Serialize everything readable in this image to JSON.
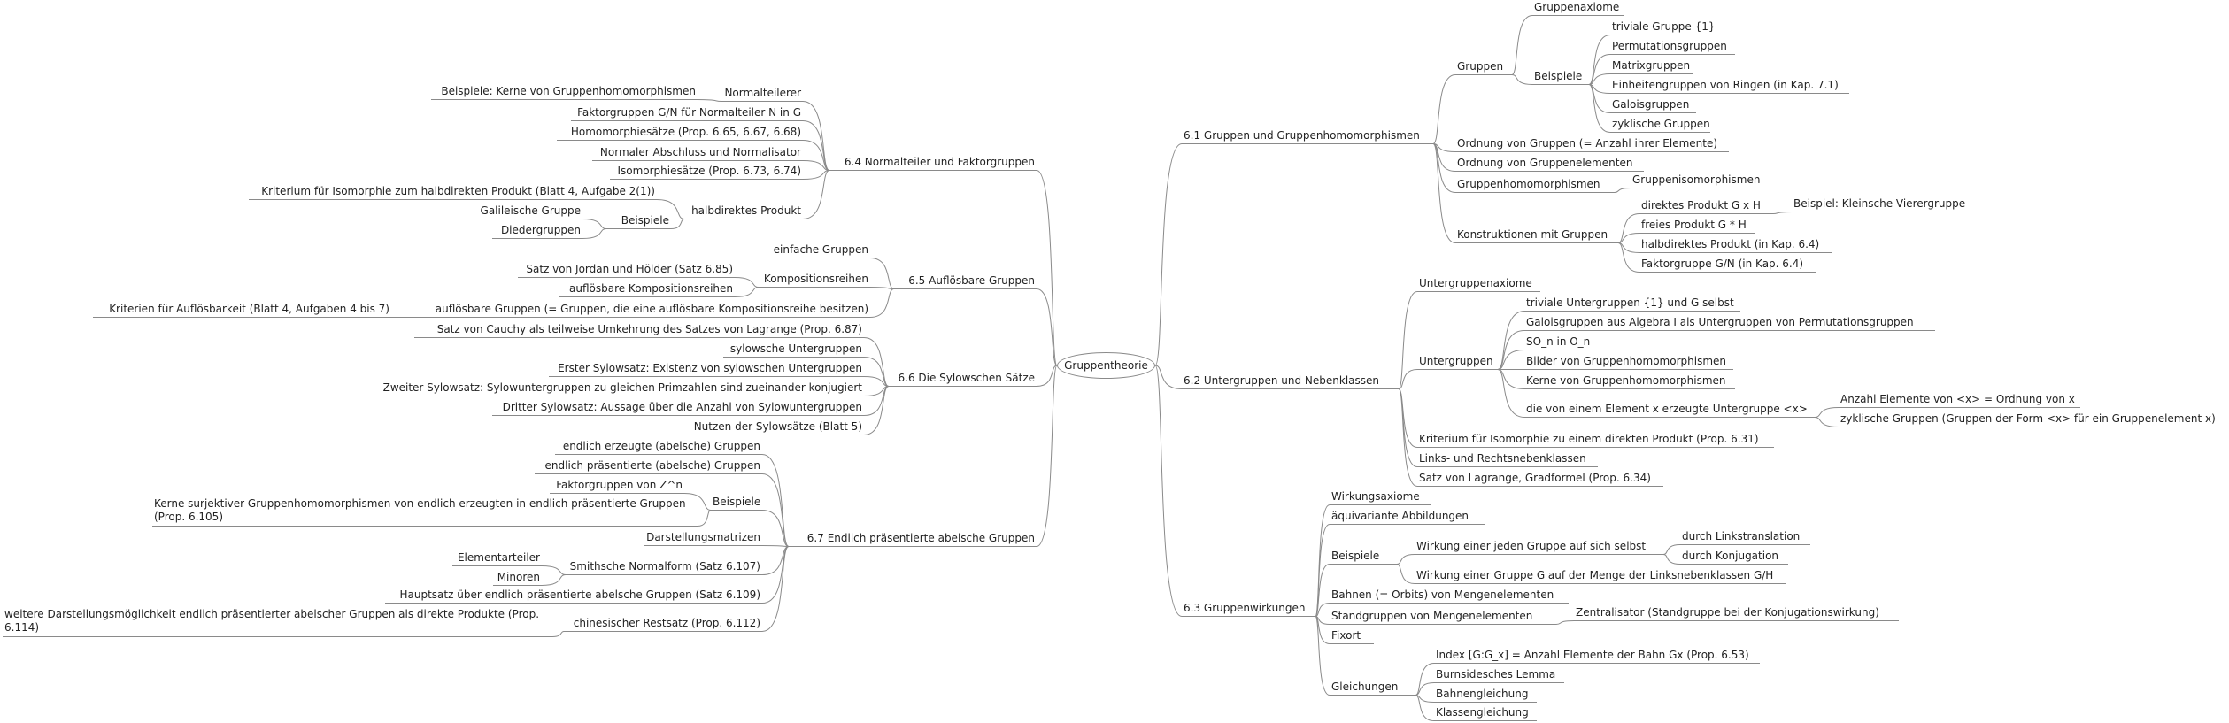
{
  "root": "Gruppentheorie",
  "branches": {
    "s61": {
      "title": "6.1 Gruppen und Gruppenhomomorphismen",
      "nodes": {
        "a1": "Gruppen",
        "a2": "Gruppenaxiome",
        "a3": "Beispiele",
        "a4": "triviale Gruppe {1}",
        "a5": "Permutationsgruppen",
        "a6": "Matrixgruppen",
        "a7": "Einheitengruppen von Ringen (in Kap. 7.1)",
        "a8": "Galoisgruppen",
        "a9": "zyklische Gruppen",
        "a10": "Ordnung von Gruppen (= Anzahl ihrer Elemente)",
        "a11": "Ordnung von Gruppenelementen",
        "a12": "Gruppenhomomorphismen",
        "a13": "Gruppenisomorphismen",
        "a14": "Konstruktionen mit Gruppen",
        "a15": "direktes Produkt G x H",
        "a16": "Beispiel: Kleinsche Vierergruppe",
        "a17": "freies Produkt G * H",
        "a18": "halbdirektes Produkt (in Kap. 6.4)",
        "a19": "Faktorgruppe G/N (in Kap. 6.4)"
      }
    },
    "s62": {
      "title": "6.2 Untergruppen und Nebenklassen",
      "nodes": {
        "b1": "Untergruppenaxiome",
        "b2": "Untergruppen",
        "b3": "triviale Untergruppen {1} und G selbst",
        "b4": "Galoisgruppen aus Algebra I als Untergruppen von Permutationsgruppen",
        "b5": "SO_n in O_n",
        "b6": "Bilder von Gruppenhomomorphismen",
        "b7": "Kerne von Gruppenhomomorphismen",
        "b8": "die von einem Element x erzeugte Untergruppe <x>",
        "b9": "Anzahl Elemente von <x> = Ordnung von x",
        "b10": "zyklische Gruppen (Gruppen der Form <x> für ein Gruppenelement x)",
        "b11": "Kriterium für Isomorphie zu einem direkten Produkt (Prop. 6.31)",
        "b12": "Links- und Rechtsnebenklassen",
        "b13": "Satz von Lagrange, Gradformel (Prop. 6.34)"
      }
    },
    "s63": {
      "title": "6.3 Gruppenwirkungen",
      "nodes": {
        "c1": "Wirkungsaxiome",
        "c2": "äquivariante Abbildungen",
        "c3": "Beispiele",
        "c4": "Wirkung einer jeden Gruppe auf sich selbst",
        "c5": "durch Linkstranslation",
        "c6": "durch Konjugation",
        "c7": "Wirkung einer Gruppe G auf der Menge der Linksnebenklassen G/H",
        "c8": "Bahnen (= Orbits) von Mengenelementen",
        "c9": "Standgruppen von Mengenelementen",
        "c10": "Zentralisator (Standgruppe bei der Konjugationswirkung)",
        "c11": "Fixort",
        "c12": "Gleichungen",
        "c13": "Index [G:G_x] = Anzahl Elemente der Bahn Gx (Prop. 6.53)",
        "c14": "Burnsidesches Lemma",
        "c15": "Bahnengleichung",
        "c16": "Klassengleichung"
      }
    },
    "s64": {
      "title": "6.4 Normalteiler und Faktorgruppen",
      "nodes": {
        "d1": "Normalteilerer",
        "d2": "Beispiele: Kerne von Gruppenhomomorphismen",
        "d3": "Faktorgruppen G/N für Normalteiler N in G",
        "d4": "Homomorphiesätze (Prop. 6.65, 6.67, 6.68)",
        "d5": "Normaler Abschluss und Normalisator",
        "d6": "Isomorphiesätze (Prop. 6.73, 6.74)",
        "d7": "halbdirektes Produkt",
        "d8": "Kriterium für Isomorphie zum halbdirekten Produkt (Blatt 4, Aufgabe 2(1))",
        "d9": "Beispiele",
        "d10": "Galileische Gruppe",
        "d11": "Diedergruppen"
      }
    },
    "s65": {
      "title": "6.5 Auflösbare Gruppen",
      "nodes": {
        "e1": "einfache Gruppen",
        "e2": "Kompositionsreihen",
        "e3": "Satz von Jordan und Hölder (Satz 6.85)",
        "e4": "auflösbare Kompositionsreihen",
        "e5": "auflösbare Gruppen (= Gruppen, die eine auflösbare Kompositionsreihe besitzen)",
        "e6": "Kriterien für Auflösbarkeit (Blatt 4, Aufgaben 4 bis 7)"
      }
    },
    "s66": {
      "title": "6.6 Die Sylowschen Sätze",
      "nodes": {
        "f1": "Satz von Cauchy als teilweise Umkehrung des Satzes von Lagrange (Prop. 6.87)",
        "f2": "sylowsche Untergruppen",
        "f3": "Erster Sylowsatz: Existenz von sylowschen Untergruppen",
        "f4": "Zweiter Sylowsatz: Sylowuntergruppen zu gleichen Primzahlen sind zueinander konjugiert",
        "f5": "Dritter Sylowsatz: Aussage über die Anzahl von Sylowuntergruppen",
        "f6": "Nutzen der Sylowsätze (Blatt 5)"
      }
    },
    "s67": {
      "title": "6.7 Endlich präsentierte abelsche Gruppen",
      "nodes": {
        "g1": "endlich erzeugte (abelsche) Gruppen",
        "g2": "endlich präsentierte (abelsche) Gruppen",
        "g3": "Beispiele",
        "g4": "Faktorgruppen von Z^n",
        "g5": "Kerne surjektiver Gruppenhomomorphismen von endlich erzeugten in endlich präsentierte Gruppen (Prop. 6.105)",
        "g6": "Darstellungsmatrizen",
        "g7": "Smithsche Normalform (Satz 6.107)",
        "g8": "Elementarteiler",
        "g9": "Minoren",
        "g10": "Hauptsatz über endlich präsentierte abelsche Gruppen (Satz 6.109)",
        "g11": "chinesischer Restsatz (Prop. 6.112)",
        "g12": "weitere Darstellungsmöglichkeit endlich präsentierter abelscher Gruppen als direkte Produkte (Prop. 6.114)"
      }
    }
  }
}
